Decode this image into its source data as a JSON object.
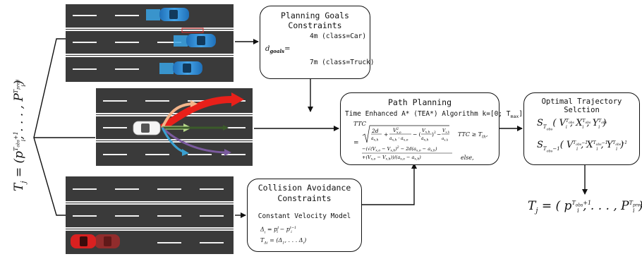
{
  "planning_goals": {
    "title": "Planning Goals Constraints",
    "lhs": "d",
    "lhs_sub": "goals",
    "lhs_eq": "=",
    "case1": "4m (class=Car)",
    "case2": "7m (class=Truck)"
  },
  "path_planning": {
    "title": "Path Planning",
    "algorithm": "Time Enhanced A* (TEA*) Algorithm",
    "range": "k=[0; T",
    "range_sub": "max",
    "range_end": "]",
    "ttc": "TTC",
    "eq": "=",
    "cond1": "TTC ≥ T",
    "cond1_sub": "th",
    "cond2": "else,"
  },
  "collision": {
    "title_line1": "Collision Avoidance",
    "title_line2": "Constraints",
    "model": "Constant Velocity Model"
  },
  "optimal": {
    "title": "Optimal Trajectory Selction"
  },
  "colors": {
    "road": "#3a3a3a",
    "blue_car": "#2f8fd8",
    "red_car": "#d92020",
    "arrow_red": "#e8201a",
    "arrow_peach": "#f3b48a",
    "arrow_lightgreen": "#b7d98a",
    "arrow_darkgreen": "#3b5a2a",
    "arrow_purple": "#7a5a9e",
    "arrow_blue": "#3aa0d0"
  }
}
